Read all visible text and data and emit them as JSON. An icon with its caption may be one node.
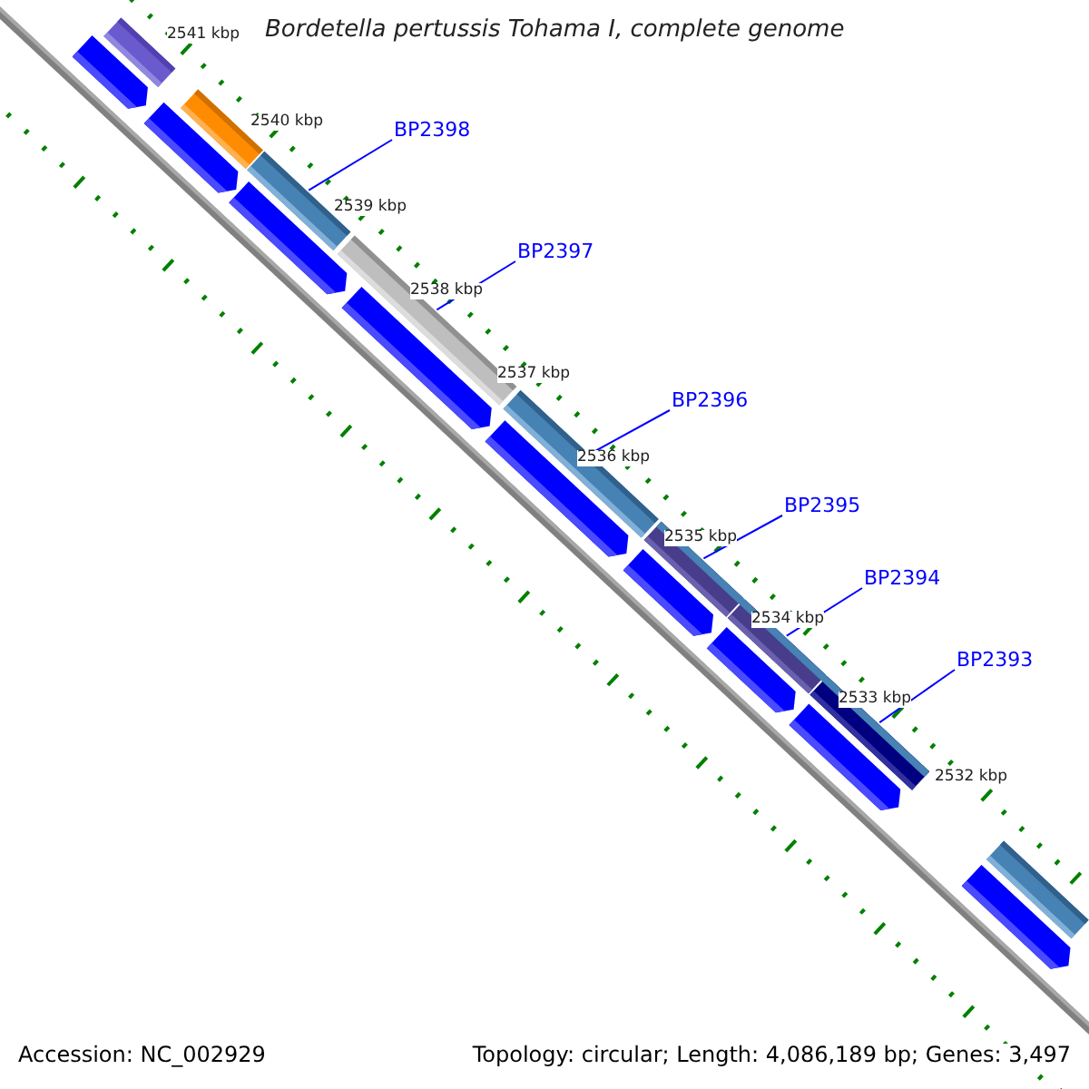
{
  "diagram": {
    "title": "Bordetella pertussis Tohama I, complete genome",
    "nodes": [
      {
        "text": [
          "BP2398"
        ]
      },
      {
        "text": [
          "BP2397"
        ]
      },
      {
        "text": [
          "BP2396"
        ]
      },
      {
        "text": [
          "BP2395"
        ]
      },
      {
        "text": [
          "BP2394"
        ]
      },
      {
        "text": [
          "BP2393"
        ]
      },
      {
        "text": [],
        "shape": "bar"
      },
      {
        "text": [],
        "shape": "bar"
      },
      {
        "text": [],
        "shape": "bar"
      },
      {
        "text": [],
        "shape": "bar"
      },
      {
        "text": [],
        "shape": "bar"
      },
      {
        "text": [],
        "shape": "bar"
      },
      {
        "text": [],
        "shape": "bar"
      },
      {
        "text": [],
        "shape": "bar"
      },
      {
        "text": [],
        "shape": "bar"
      },
      {
        "text": [],
        "shape": "arrow"
      },
      {
        "text": [],
        "shape": "arrow"
      },
      {
        "text": [],
        "shape": "arrow"
      },
      {
        "text": [],
        "shape": "arrow"
      },
      {
        "text": [],
        "shape": "arrow"
      },
      {
        "text": [],
        "shape": "arrow"
      },
      {
        "text": [],
        "shape": "arrow"
      },
      {
        "text": [],
        "shape": "arrow"
      },
      {
        "text": [],
        "shape": "arrow"
      }
    ],
    "edges": [
      {
        "from": 0,
        "to": 8,
        "arrow": "none"
      },
      {
        "from": 1,
        "to": 9,
        "arrow": "none"
      },
      {
        "from": 2,
        "to": 10,
        "arrow": "none"
      },
      {
        "from": 3,
        "to": 11,
        "arrow": "none"
      },
      {
        "from": 4,
        "to": 12,
        "arrow": "none"
      },
      {
        "from": 5,
        "to": 13,
        "arrow": "none"
      }
    ],
    "labels": [
      "2541 kbp",
      "2540 kbp",
      "2539 kbp",
      "2538 kbp",
      "2537 kbp",
      "2536 kbp",
      "2535 kbp",
      "2534 kbp",
      "2533 kbp",
      "2532 kbp",
      "Accession: NC_002929",
      "Topology: circular; Length: 4,086,189 bp; Genes: 3,497"
    ]
  }
}
